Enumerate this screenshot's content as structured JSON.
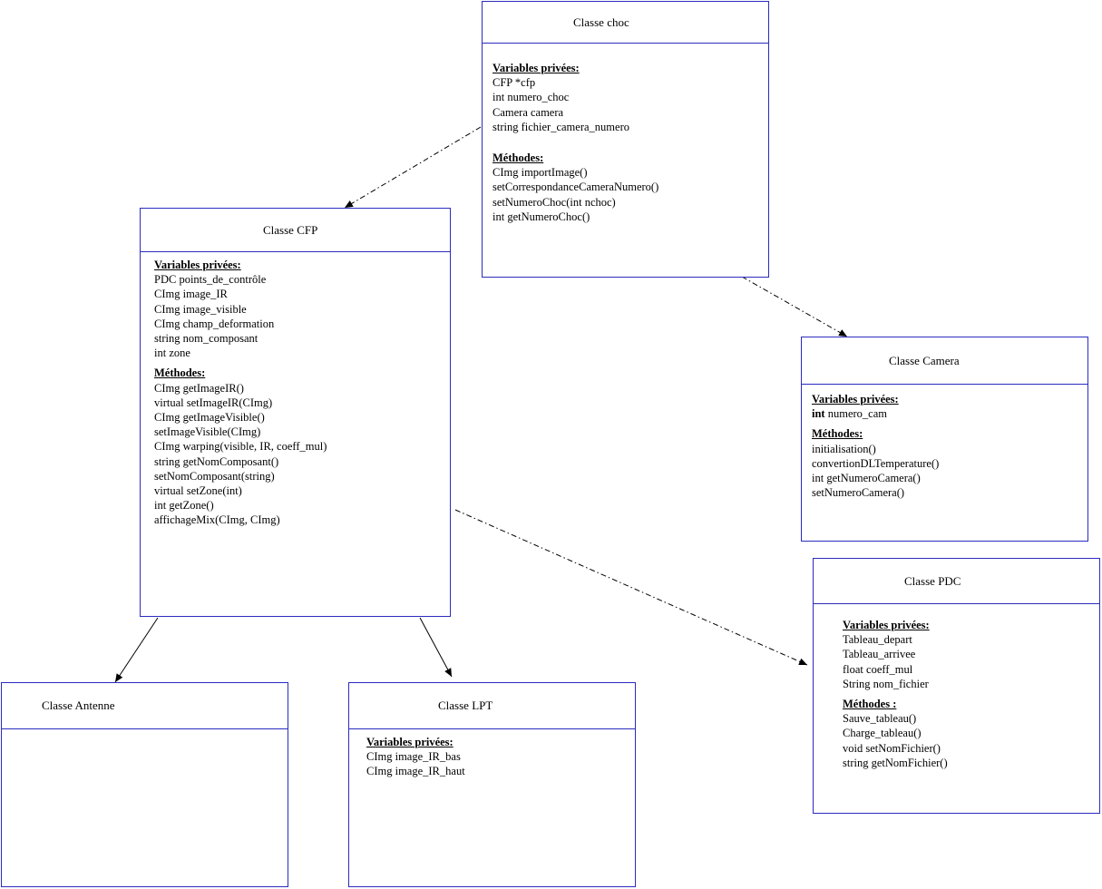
{
  "classes": {
    "choc": {
      "title": "Classe choc",
      "vars_header": "Variables privées:",
      "vars": [
        "CFP  *cfp",
        "int numero_choc",
        "Camera camera",
        "string fichier_camera_numero"
      ],
      "methods_header": "Méthodes:",
      "methods": [
        "CImg importImage()",
        "setCorrespondanceCameraNumero()",
        "setNumeroChoc(int nchoc)",
        "int getNumeroChoc()"
      ]
    },
    "cfp": {
      "title": "Classe CFP",
      "vars_header": "Variables privées:",
      "vars": [
        "PDC points_de_contrôle",
        "CImg image_IR",
        "CImg image_visible",
        "CImg champ_deformation",
        "string nom_composant",
        "int zone"
      ],
      "methods_header": "Méthodes:",
      "methods": [
        "CImg getImageIR()",
        "virtual setImageIR(CImg)",
        "CImg getImageVisible()",
        "setImageVisible(CImg)",
        "CImg warping(visible, IR, coeff_mul)",
        "string getNomComposant()",
        "setNomComposant(string)",
        "virtual setZone(int)",
        "int getZone()",
        "affichageMix(CImg, CImg)"
      ]
    },
    "camera": {
      "title": "Classe Camera",
      "vars_header": "Variables privées:",
      "var_type": "int",
      "var_name": " numero_cam",
      "methods_header": "Méthodes:",
      "methods": [
        "initialisation()",
        "convertionDLTemperature()",
        "int getNumeroCamera()",
        "setNumeroCamera()"
      ]
    },
    "pdc": {
      "title": "Classe PDC",
      "vars_header": "Variables privées:",
      "vars": [
        "Tableau_depart",
        "Tableau_arrivee",
        "float coeff_mul",
        "String nom_fichier"
      ],
      "methods_header": "Méthodes :",
      "methods": [
        "Sauve_tableau()",
        "Charge_tableau()",
        "void setNomFichier()",
        "string getNomFichier()"
      ]
    },
    "antenne": {
      "title": "Classe Antenne"
    },
    "lpt": {
      "title": "Classe LPT",
      "vars_header": "Variables privées:",
      "vars": [
        "CImg image_IR_bas",
        "CImg image_IR_haut"
      ]
    }
  },
  "colors": {
    "border": "#2b2bc0",
    "links": "#000000"
  }
}
